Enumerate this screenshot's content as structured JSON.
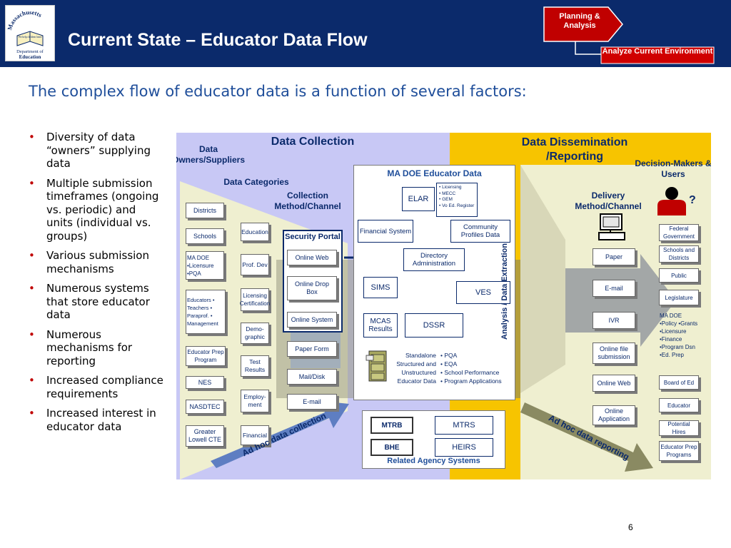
{
  "header": {
    "title": "Current State – Educator Data Flow",
    "logo": {
      "arc": "Massachusetts",
      "book": "\"We help children learn\"",
      "dept1": "Department of",
      "dept2": "Education"
    },
    "nav": {
      "planning": "Planning & Analysis",
      "current": "Analyze Current Environment"
    }
  },
  "subtitle": "The complex flow of educator data is a function of several factors:",
  "bullets": [
    "Diversity of data “owners” supplying data",
    "Multiple submission timeframes (ongoing vs. periodic) and units (individual vs. groups)",
    "Various submission mechanisms",
    "Numerous systems that store educator data",
    "Numerous mechanisms for reporting",
    "Increased compliance requirements",
    "Increased interest in educator data"
  ],
  "diagram": {
    "data_collection": "Data Collection",
    "data_dissemination": "Data Dissemination /Reporting",
    "owners_label": "Data Owners/Suppliers",
    "categories_label": "Data Categories",
    "collection_method": "Collection Method/Channel",
    "owners": [
      "Districts",
      "Schools",
      "MA DOE •Licensure •PQA",
      "Educators • Teachers • Paraprof. • Management",
      "Educator Prep Program",
      "NES",
      "NASDTEC",
      "Greater Lowell CTE"
    ],
    "categories": [
      "Education",
      "Prof. Dev",
      "Licensing Certification",
      "Demo-graphic",
      "Test Results",
      "Employ-ment",
      "Financial"
    ],
    "security_portal": "Security Portal",
    "portal_channels": [
      "Online Web",
      "Online Drop Box",
      "Online System"
    ],
    "channels": [
      "Paper Form",
      "Mail/Disk",
      "E-mail"
    ],
    "adhoc_collection": "Ad hoc data collection",
    "doe_title": "MA DOE Educator Data",
    "elar": "ELAR",
    "elar_items": [
      "• Licensing",
      "• MECC",
      "• GEM",
      "• Vo Ed. Register"
    ],
    "financial_system": "Financial System",
    "community_profiles": "Community Profiles Data",
    "directory": "Directory Administration",
    "sims": "SIMS",
    "ves": "VES",
    "mcas": "MCAS Results",
    "dssr": "DSSR",
    "legend_types": [
      "Standalone",
      "Structured and",
      "Unstructured",
      "Educator Data"
    ],
    "legend_items": [
      "• PQA",
      "• EQA",
      "• School Performance",
      "• Program Applications"
    ],
    "related_title": "Related Agency Systems",
    "mtrb": "MTRB",
    "mtrs": "MTRS",
    "bhe": "BHE",
    "heirs": "HEIRS",
    "analysis": "Analysis / Data Extraction",
    "delivery_label": "Delivery Method/Channel",
    "delivery": [
      "Paper",
      "E-mail",
      "IVR",
      "Online file submission",
      "Online Web",
      "Online Application"
    ],
    "decision_label": "Decision-Makers & Users",
    "question": "?",
    "users": [
      "Federal Government",
      "Schools and Districts",
      "Public",
      "Legislature",
      "MA DOE •Policy •Grants •Licensure •Finance •Program Dsn •Ed. Prep",
      "Board of Ed",
      "Educator",
      "Potential Hires",
      "Educator Prep Programs"
    ],
    "adhoc_reporting": "Ad hoc data reporting"
  },
  "page_number": "6",
  "colors": {
    "header": "#0b2a6b",
    "collection_bg": "#c8c8f5",
    "dissemination_bg": "#f7c400",
    "accent_red": "#c00000",
    "text_blue": "#1f4e9a"
  }
}
